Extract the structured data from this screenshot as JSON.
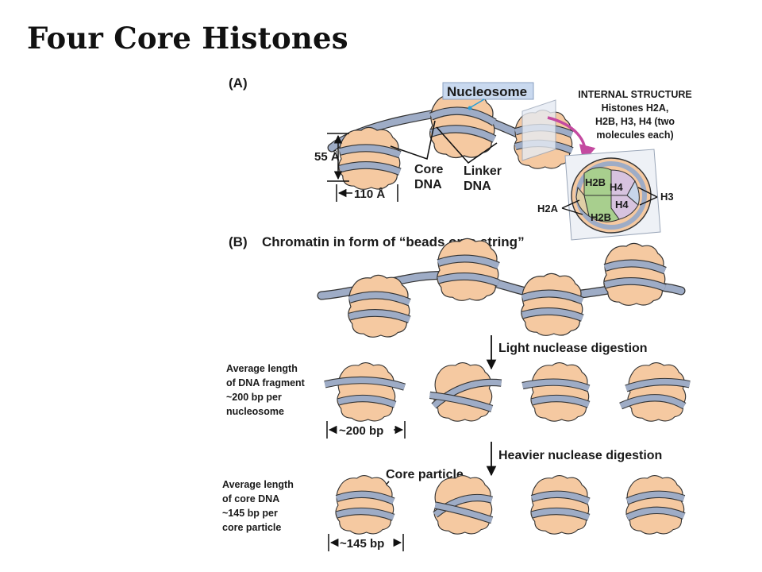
{
  "title": "Four Core Histones",
  "panel_a": {
    "tag": "(A)",
    "nucleosome": "Nucleosome",
    "dim_height": "55 Å",
    "dim_width": "110 Å",
    "core_dna": [
      "Core",
      "DNA"
    ],
    "linker_dna": [
      "Linker",
      "DNA"
    ],
    "internal_structure": [
      "INTERNAL STRUCTURE",
      "Histones H2A,",
      "H2B, H3, H4 (two",
      "molecules each)"
    ],
    "histones": {
      "h2b_top": "H2B",
      "h4_top": "H4",
      "h4_bottom": "H4",
      "h2b_bottom": "H2B",
      "h2a": "H2A",
      "h3": "H3"
    }
  },
  "panel_b": {
    "tag": "(B)",
    "caption": "Chromatin in form of “beads on a string”",
    "light_digestion": "Light nuclease digestion",
    "heavier_digestion": "Heavier nuclease digestion",
    "avg_fragment": [
      "Average length",
      "of DNA fragment",
      "~200 bp per",
      "nucleosome"
    ],
    "bp_200": "~200 bp",
    "core_particle": "Core particle",
    "avg_core": [
      "Average length",
      "of core DNA",
      "~145 bp per",
      "core particle"
    ],
    "bp_145": "~145 bp"
  },
  "colors": {
    "histone": "#f5c9a1",
    "histone_outline": "#333333",
    "dna": "#9eacc6",
    "callout_box": "#c9d9ef",
    "arrow_magenta": "#c44aa0",
    "h2b": "#a8cf8e",
    "h4": "#d7c3df",
    "h3": "#c8d6eb",
    "h2a": "#e0cfa6"
  }
}
